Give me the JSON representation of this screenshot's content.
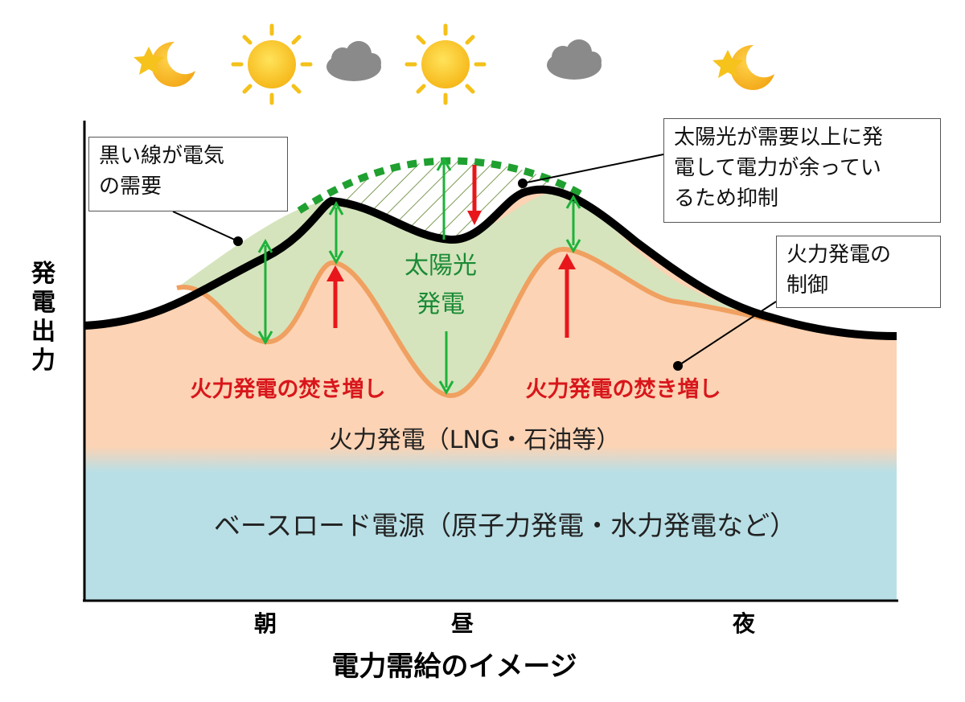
{
  "labels": {
    "y_axis": "発電出力",
    "x_ticks": [
      "朝",
      "昼",
      "夜"
    ],
    "title": "電力需給のイメージ",
    "solar": [
      "太陽光",
      "発電"
    ],
    "thermal_boost_left": "火力発電の焚き増し",
    "thermal_boost_right": "火力発電の焚き増し",
    "thermal": "火力発電（LNG・石油等）",
    "baseload": "ベースロード電源（原子力発電・水力発電など）"
  },
  "callouts": {
    "demand": "黒い線が電気\nの需要",
    "curtail": "太陽光が需要以上に発\n電して電力が余ってい\nるため抑制",
    "control": "火力発電の\n制御"
  },
  "weather_icons": [
    "moon-star-icon",
    "sun-icon",
    "cloud-icon",
    "sun-icon",
    "cloud-icon",
    "moon-star-icon"
  ],
  "colors": {
    "baseload": "#b9dfe6",
    "thermal": "#fcd3b4",
    "solar_area": "#d5e4bd",
    "demand_line": "#000000",
    "thermal_line": "#f0a060",
    "green_arrow": "#1db23a",
    "red_arrow": "#e8161b",
    "red_text": "#d8161b",
    "dotted_line": "#20a030"
  }
}
